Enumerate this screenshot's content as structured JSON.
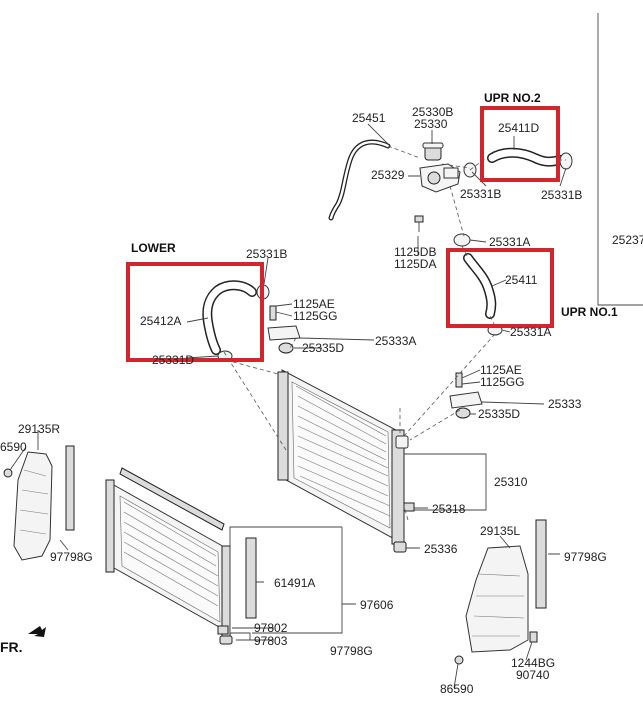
{
  "annotations": {
    "upper_no2": "UPR NO.2",
    "upper_no1": "UPR NO.1",
    "lower": "LOWER"
  },
  "direction_marker": "FR.",
  "parts": {
    "p25451": "25451",
    "p25330b": "25330B",
    "p25330": "25330",
    "p25329": "25329",
    "p25411d": "25411D",
    "p25331b_top": "25331B",
    "p25331b_right": "25331B",
    "p25331a_top": "25331A",
    "p1125db": "1125DB",
    "p1125da": "1125DA",
    "p25411": "25411",
    "p25331a_mid": "25331A",
    "p25237": "25237",
    "p25331b_left": "25331B",
    "p25412a": "25412A",
    "p25331d": "25331D",
    "p1125ae_left": "1125AE",
    "p1125gg_left": "1125GG",
    "p25335d_left": "25335D",
    "p25333a": "25333A",
    "p1125ae_right": "1125AE",
    "p1125gg_right": "1125GG",
    "p25333": "25333",
    "p25335d_right": "25335D",
    "p25310": "25310",
    "p25318": "25318",
    "p25336": "25336",
    "p29135r": "29135R",
    "p86590_left": "6590",
    "p97798g_left": "97798G",
    "p61491a": "61491A",
    "p97606": "97606",
    "p97802": "97802",
    "p97803": "97803",
    "p97798g_bottom": "97798G",
    "p29135l": "29135L",
    "p97798g_right": "97798G",
    "p1244bg": "1244BG",
    "p90740": "90740",
    "p86590_bottom": "86590"
  },
  "colors": {
    "highlight": "#d0262d",
    "line": "#444444"
  }
}
